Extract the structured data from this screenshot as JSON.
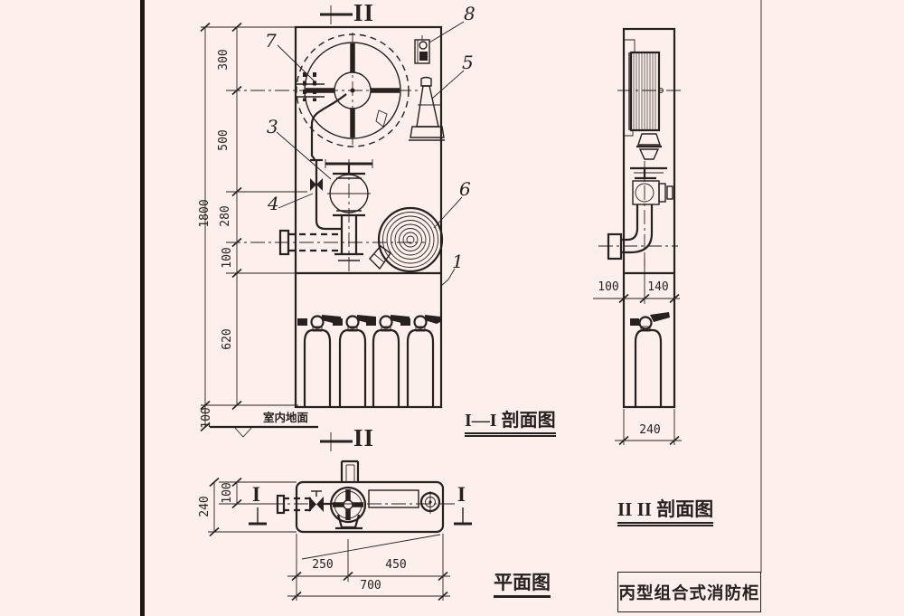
{
  "drawing_title": "丙型组合式消防柜",
  "colors": {
    "paper": "#fcefec",
    "ink": "#26211e"
  },
  "view_labels": {
    "front_section": "I—I 剖面图",
    "side_section": "II II 剖面图",
    "plan": "平面图"
  },
  "annotations": {
    "floor_level": "室内地面",
    "section_mark_top": "II",
    "section_mark_bottom": "II",
    "plan_mark_left": "I",
    "plan_mark_right": "I"
  },
  "callouts": {
    "n1": "1",
    "n3": "3",
    "n4": "4",
    "n5": "5",
    "n6": "6",
    "n7": "7",
    "n8": "8"
  },
  "dimensions": {
    "front_vertical": {
      "d300": "300",
      "d500": "500",
      "d280": "280",
      "d100_mid": "100",
      "d620": "620",
      "d100_floor": "100",
      "total": "1800"
    },
    "side_horizontal": {
      "d100": "100",
      "d140": "140",
      "total": "240"
    },
    "plan_horizontal": {
      "d250": "250",
      "d450": "450",
      "total": "700"
    },
    "plan_vertical": {
      "d100": "100",
      "d240": "240"
    }
  }
}
